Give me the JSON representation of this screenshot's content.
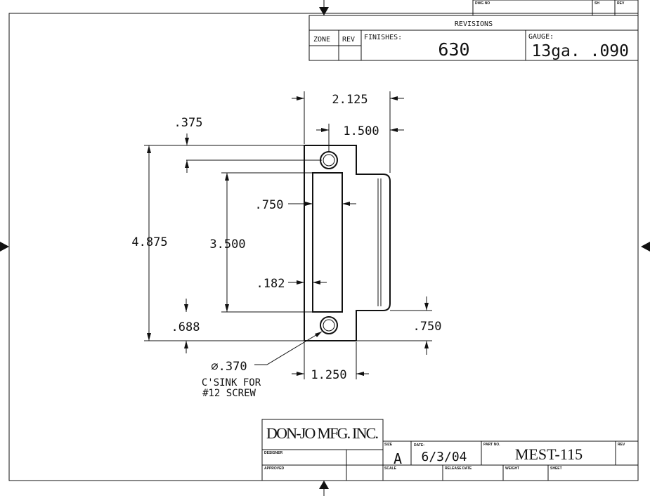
{
  "revision_block": {
    "dwg_no_label": "DWG NO",
    "sh_label": "SH",
    "rev_label": "REV",
    "title": "REVISIONS",
    "zone_label": "ZONE",
    "rev_col_label": "REV",
    "finishes_label": "FINISHES:",
    "finishes_value": "630",
    "gauge_label": "GAUGE:",
    "gauge_value": "13ga. .090"
  },
  "dimensions": {
    "overall_width": "2.125",
    "hole_to_edge_width": "1.500",
    "hole_from_top": ".375",
    "overall_height": "4.875",
    "slot_length": "3.500",
    "slot_width": ".750",
    "slot_offset": ".182",
    "bottom_offset": ".688",
    "tab_bottom": ".750",
    "plate_width": "1.250",
    "hole_diameter": "∅.370",
    "hole_note_1": "C'SINK FOR",
    "hole_note_2": "#12 SCREW"
  },
  "title_block": {
    "company": "DON-JO MFG. INC.",
    "designer_label": "DESIGNER",
    "approved_label": "APPROVED",
    "size_label": "SIZE",
    "size_value": "A",
    "date_label": "DATE:",
    "date_value": "6/3/04",
    "part_no_label": "PART NO.",
    "part_no_value": "MEST-115",
    "rev_label": "REV",
    "scale_label": "SCALE",
    "release_date_label": "RELEASE DATE",
    "weight_label": "WEIGHT",
    "sheet_label": "SHEET"
  }
}
